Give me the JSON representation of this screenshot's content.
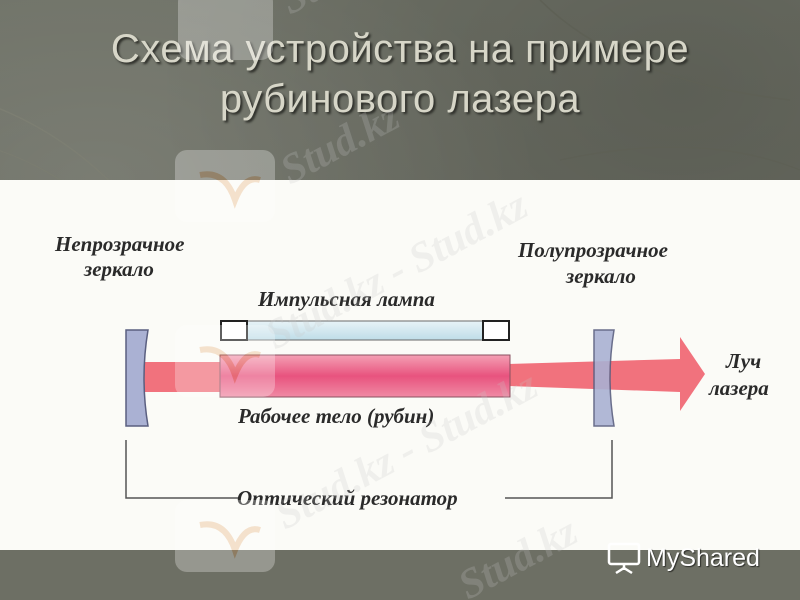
{
  "title": {
    "line1": "Схема устройства на примере",
    "line2": "рубинового лазера"
  },
  "diagram": {
    "labels": {
      "opaque_mirror": [
        "Непрозрачное",
        "зеркало"
      ],
      "semi_mirror": [
        "Полупрозрачное",
        "зеркало"
      ],
      "flash_lamp": "Импульсная лампа",
      "working_body": "Рабочее тело (рубин)",
      "laser_beam": [
        "Луч",
        "лазера"
      ],
      "resonator": "Оптический резонатор"
    },
    "colors": {
      "mirror": "#aab1d3",
      "beam": "#f0636f",
      "ruby": "#eb6c8c",
      "lamp": "#cfe6ef",
      "label": "#2a2a2a",
      "panel": "#fbfbf7"
    }
  },
  "watermark": {
    "text": "Stud.kz",
    "text_dash": "Stud.kz - Stud.kz"
  },
  "brand": {
    "name": "MyShared",
    "icon": "presentation-board-icon"
  }
}
